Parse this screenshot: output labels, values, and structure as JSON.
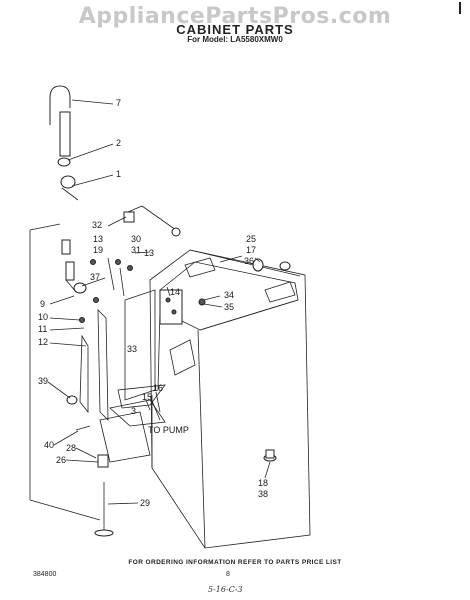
{
  "header": {
    "watermark": "AppliancePartsPros.com",
    "title": "CABINET PARTS",
    "model_line": "For Model: LA5580XMW0"
  },
  "callouts": [
    "7",
    "2",
    "1",
    "32",
    "13",
    "19",
    "30",
    "31",
    "13",
    "25",
    "17",
    "36",
    "37",
    "9",
    "10",
    "11",
    "12",
    "14",
    "34",
    "35",
    "33",
    "16",
    "15",
    "39",
    "40",
    "28",
    "26",
    "18",
    "38",
    "29",
    "3"
  ],
  "annotations": {
    "pump_label": "TO PUMP"
  },
  "footer": {
    "ordering_note": "FOR ORDERING INFORMATION REFER TO PARTS PRICE LIST",
    "doc_number": "384800",
    "page_number": "8",
    "handwritten_note": "5-16-C-3"
  }
}
